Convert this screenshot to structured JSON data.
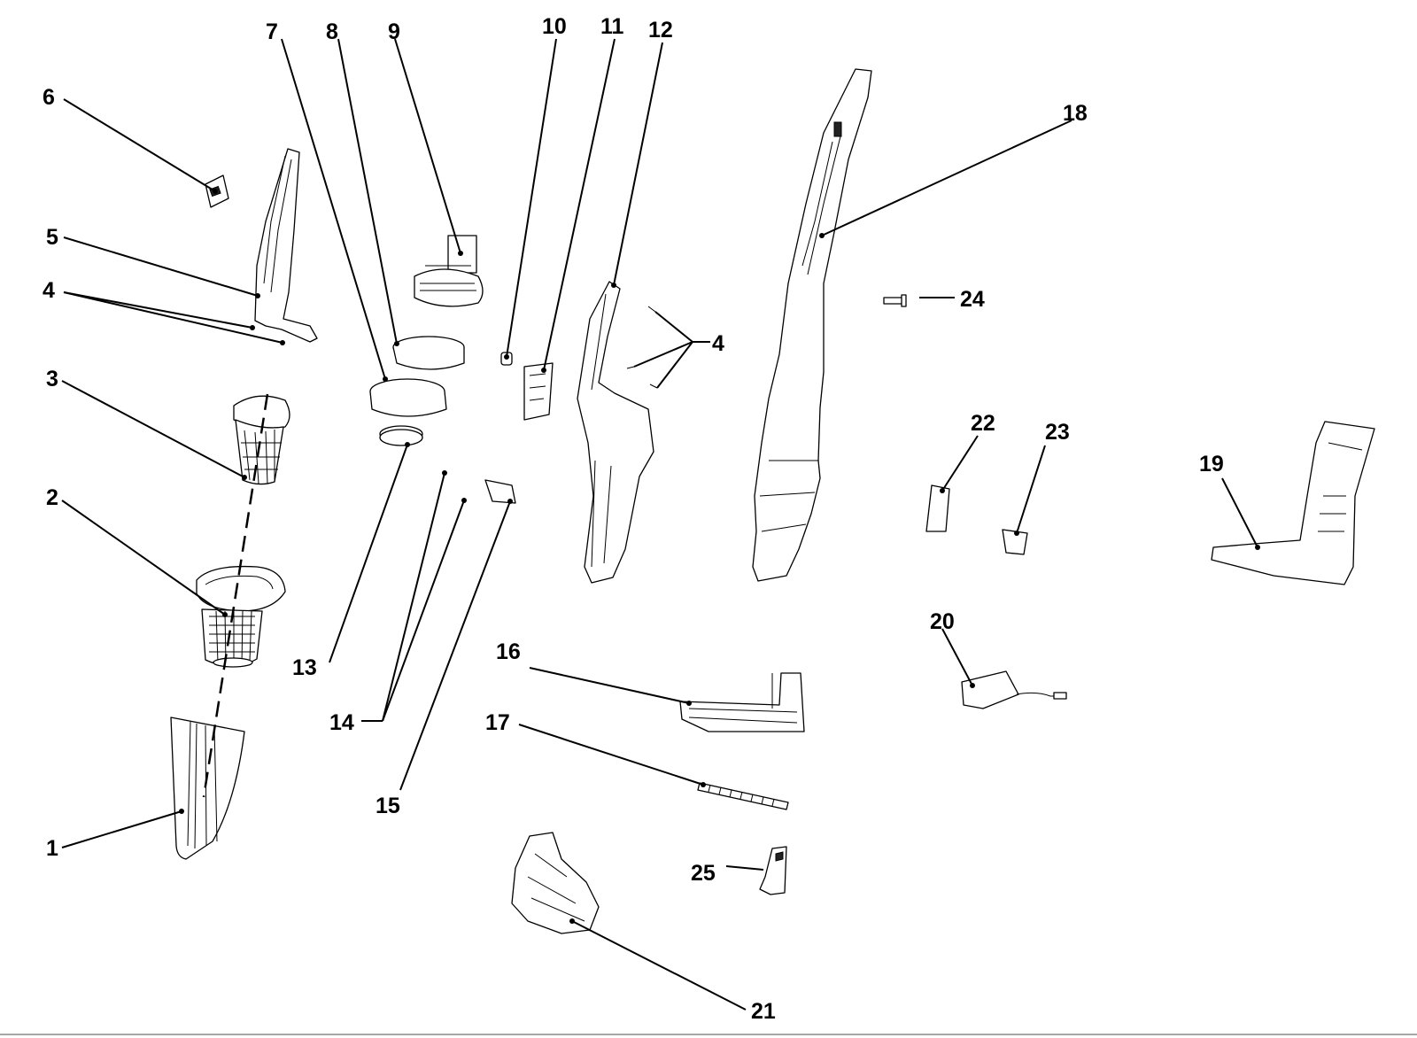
{
  "parts": [
    {
      "id": "1",
      "label": "1"
    },
    {
      "id": "2",
      "label": "2"
    },
    {
      "id": "3",
      "label": "3"
    },
    {
      "id": "4a",
      "label": "4"
    },
    {
      "id": "4b",
      "label": "4"
    },
    {
      "id": "5",
      "label": "5"
    },
    {
      "id": "6",
      "label": "6"
    },
    {
      "id": "7",
      "label": "7"
    },
    {
      "id": "8",
      "label": "8"
    },
    {
      "id": "9",
      "label": "9"
    },
    {
      "id": "10",
      "label": "10"
    },
    {
      "id": "11",
      "label": "11"
    },
    {
      "id": "12",
      "label": "12"
    },
    {
      "id": "13",
      "label": "13"
    },
    {
      "id": "14",
      "label": "14"
    },
    {
      "id": "15",
      "label": "15"
    },
    {
      "id": "16",
      "label": "16"
    },
    {
      "id": "17",
      "label": "17"
    },
    {
      "id": "18",
      "label": "18"
    },
    {
      "id": "19",
      "label": "19"
    },
    {
      "id": "20",
      "label": "20"
    },
    {
      "id": "21",
      "label": "21"
    },
    {
      "id": "22",
      "label": "22"
    },
    {
      "id": "23",
      "label": "23"
    },
    {
      "id": "24",
      "label": "24"
    },
    {
      "id": "25",
      "label": "25"
    }
  ]
}
